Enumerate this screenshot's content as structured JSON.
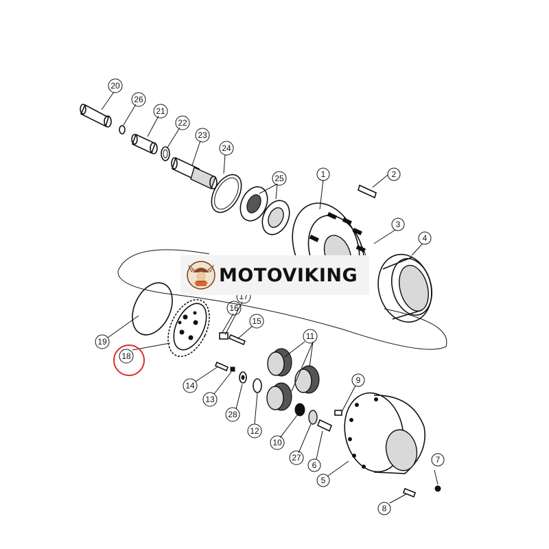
{
  "watermark": {
    "brand": "MOTOVIKING"
  },
  "callouts": [
    {
      "id": "20",
      "text": "20"
    },
    {
      "id": "26",
      "text": "26"
    },
    {
      "id": "21",
      "text": "21"
    },
    {
      "id": "22",
      "text": "22"
    },
    {
      "id": "23",
      "text": "23"
    },
    {
      "id": "24",
      "text": "24"
    },
    {
      "id": "25",
      "text": "25"
    },
    {
      "id": "1",
      "text": "1"
    },
    {
      "id": "2",
      "text": "2"
    },
    {
      "id": "3",
      "text": "3"
    },
    {
      "id": "4",
      "text": "4"
    },
    {
      "id": "17",
      "text": "17"
    },
    {
      "id": "16",
      "text": "16"
    },
    {
      "id": "15",
      "text": "15"
    },
    {
      "id": "19",
      "text": "19"
    },
    {
      "id": "18",
      "text": "18"
    },
    {
      "id": "11",
      "text": "11"
    },
    {
      "id": "9",
      "text": "9"
    },
    {
      "id": "14",
      "text": "14"
    },
    {
      "id": "13",
      "text": "13"
    },
    {
      "id": "28",
      "text": "28"
    },
    {
      "id": "12",
      "text": "12"
    },
    {
      "id": "10",
      "text": "10"
    },
    {
      "id": "27",
      "text": "27"
    },
    {
      "id": "6",
      "text": "6"
    },
    {
      "id": "5",
      "text": "5"
    },
    {
      "id": "7",
      "text": "7"
    },
    {
      "id": "8",
      "text": "8"
    }
  ],
  "highlight": {
    "callout": "18",
    "color": "#e0302c"
  }
}
